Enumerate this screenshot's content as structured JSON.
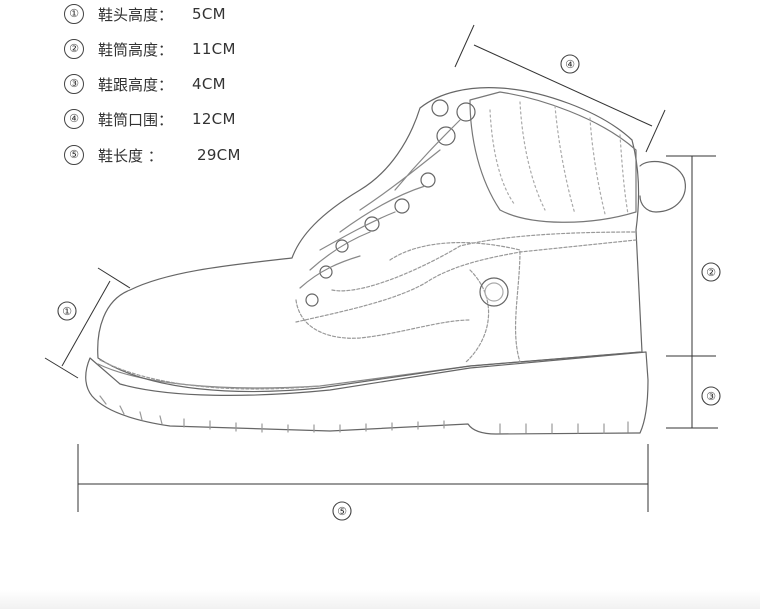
{
  "legend": [
    {
      "num": "①",
      "label": "鞋头高度：",
      "value": "5CM"
    },
    {
      "num": "②",
      "label": "鞋筒高度：",
      "value": "11CM"
    },
    {
      "num": "③",
      "label": "鞋跟高度：",
      "value": "4CM"
    },
    {
      "num": "④",
      "label": "鞋筒口围：",
      "value": "12CM"
    },
    {
      "num": "⑤",
      "label": "鞋长度  ：",
      "value": "29CM"
    }
  ],
  "markers": {
    "toe_height": "①",
    "shaft_height": "②",
    "heel_height": "③",
    "opening_circumference": "④",
    "shoe_length": "⑤"
  }
}
